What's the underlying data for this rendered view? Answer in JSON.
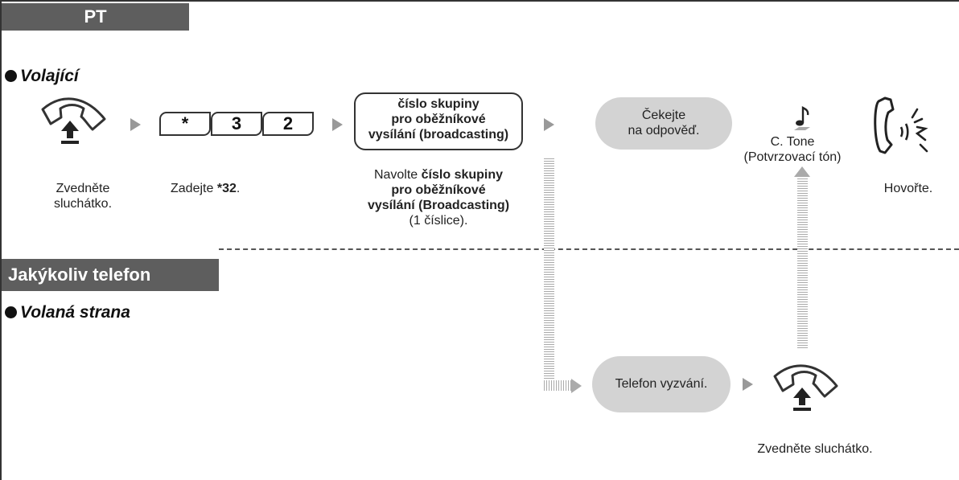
{
  "top_header": {
    "label": "PT"
  },
  "bottom_header": {
    "label": "Jakýkoliv telefon"
  },
  "caller": {
    "title": "Volající",
    "step1_caption_line1": "Zvedněte",
    "step1_caption_line2": "sluchátko.",
    "keys": [
      "*",
      "3",
      "2"
    ],
    "step2_caption_prefix": "Zadejte",
    "step2_caption_code": "32",
    "step2_caption_suffix": ".",
    "group_box": {
      "line1": "číslo skupiny",
      "line2": "pro oběžníkové",
      "line3": "vysílání (broadcasting)"
    },
    "step3_caption": {
      "line1_plain": "Navolte",
      "line1_bold": "číslo skupiny",
      "line2": "pro oběžníkové",
      "line3": "vysílání (Broadcasting)",
      "line4": "(1 číslice)."
    },
    "wait_bubble": {
      "line1": "Čekejte",
      "line2": "na odpověď."
    },
    "tone": {
      "line1": "C. Tone",
      "line2": "(Potvrzovací tón)"
    },
    "talk_caption": "Hovořte."
  },
  "called": {
    "title": "Volaná strana",
    "ring_bubble": "Telefon vyzvání.",
    "pickup_caption": "Zvedněte sluchátko."
  },
  "icons": [
    "handset-lift-icon",
    "music-note-icon",
    "talking-phone-icon",
    "bullet-dot-icon",
    "arrow-right-icon"
  ],
  "colors": {
    "header_bg": "#5e5e5e",
    "bubble_bg": "#d3d3d3",
    "arrow": "#999999",
    "line": "#333333"
  }
}
